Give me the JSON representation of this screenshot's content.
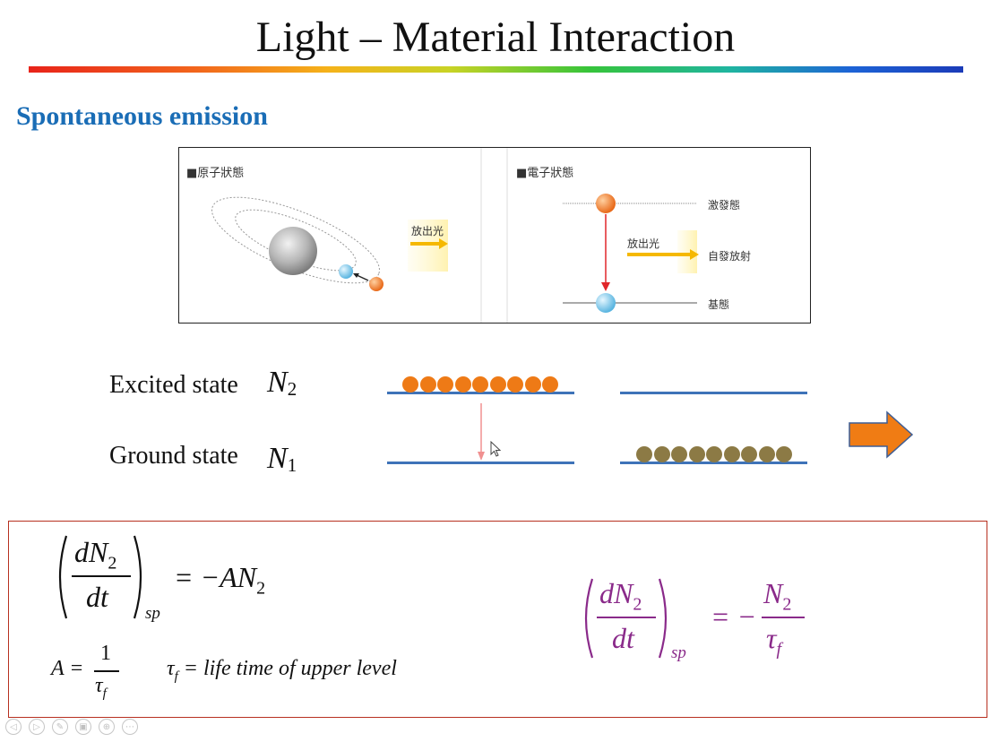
{
  "slide": {
    "title": "Light – Material Interaction",
    "subtitle": "Spontaneous emission"
  },
  "figure": {
    "atom_panel_label": "■原子狀態",
    "atom_emit_label": "放出光",
    "electron_panel_label": "■電子狀態",
    "excited_label": "激發態",
    "emit_label": "放出光",
    "spontaneous_label": "自發放射",
    "ground_label": "基態"
  },
  "levels": {
    "excited_text": "Excited state",
    "excited_symbol": "N",
    "excited_sub": "2",
    "ground_text": "Ground state",
    "ground_symbol": "N",
    "ground_sub": "1",
    "before_excited_count": 9,
    "after_ground_count": 9
  },
  "formulas": {
    "d": "dN",
    "sub2": "2",
    "dt": "dt",
    "sp": "sp",
    "rhs1": "= −AN",
    "a_left": "A =",
    "one": "1",
    "tau": "τ",
    "f": "f",
    "tau_def": "= life time of  upper level",
    "rhs2": "= −",
    "n2": "N"
  },
  "colors": {
    "title_accent": "#1a6db6",
    "excited_dot": "#ee7a16",
    "ground_dot": "#8c7a45",
    "level_line": "#3e73b8",
    "purple_formula": "#8a2a8a",
    "formula_border": "#b73020",
    "next_arrow": "#f07c14"
  },
  "toolbar": {
    "icons": [
      "prev-icon",
      "next-icon",
      "pen-icon",
      "slides-icon",
      "zoom-icon",
      "more-icon"
    ],
    "glyphs": [
      "◁",
      "▷",
      "✎",
      "▣",
      "⊕",
      "⋯"
    ]
  }
}
